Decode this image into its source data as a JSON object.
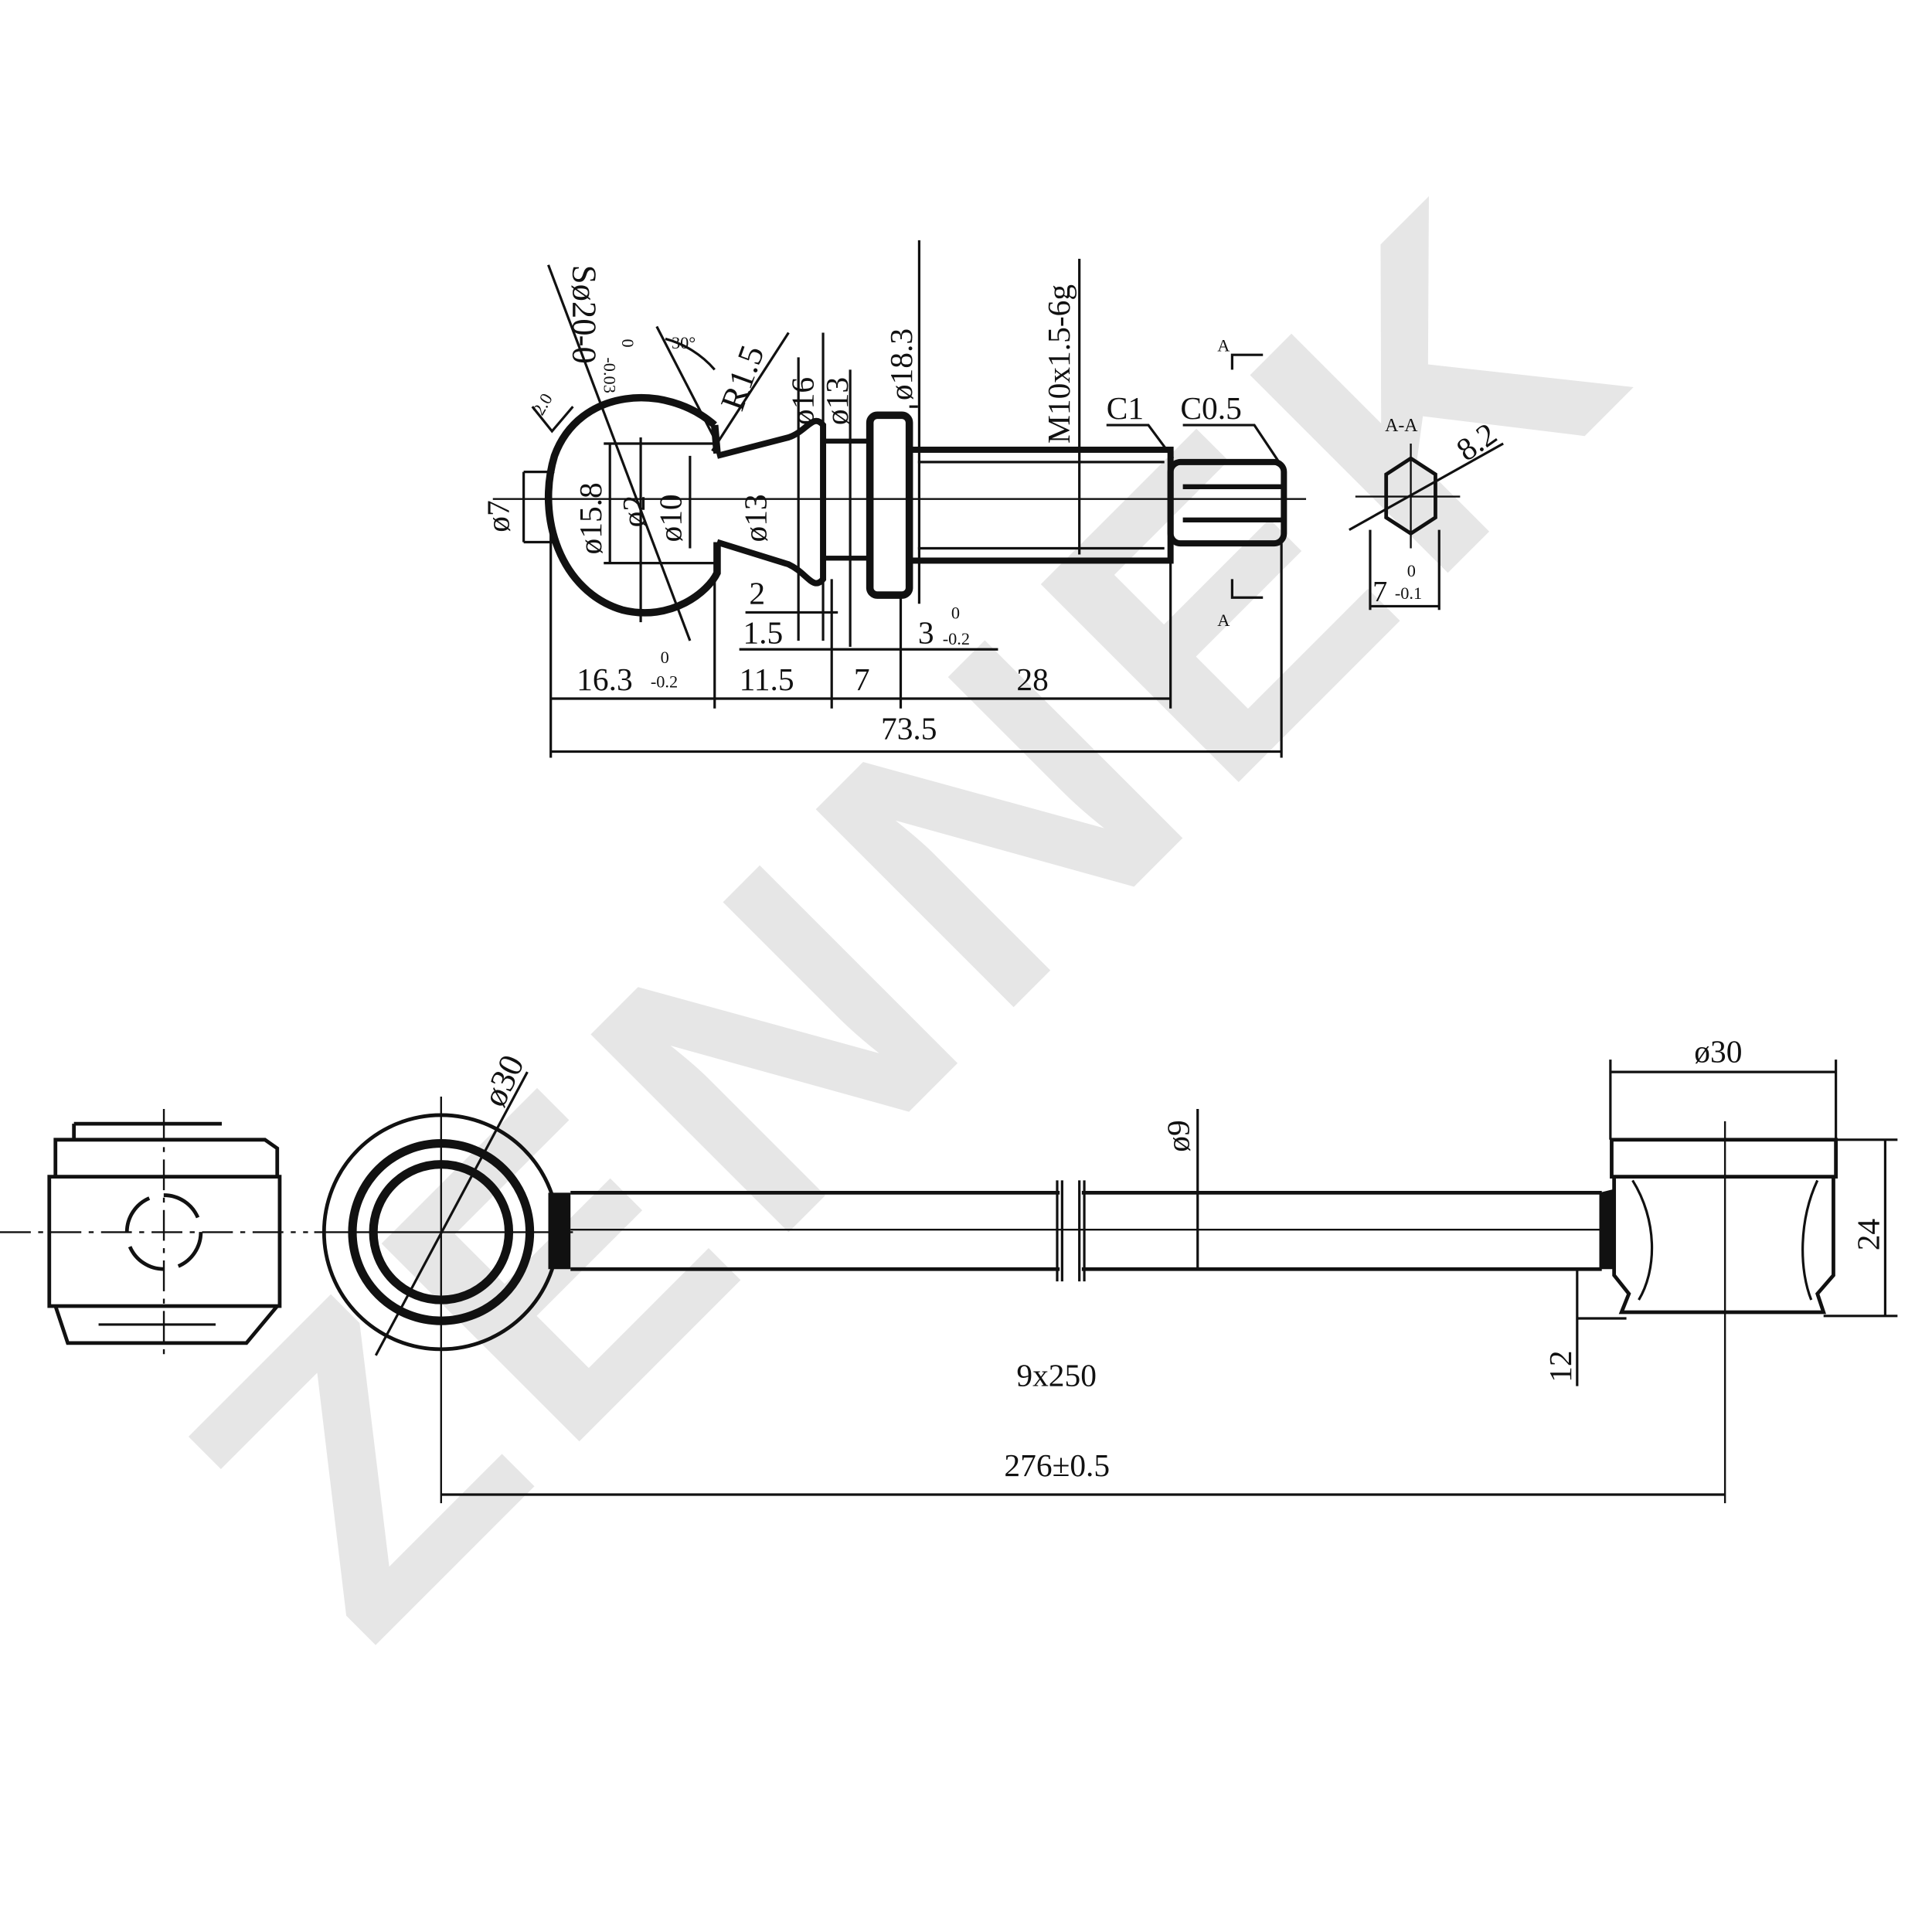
{
  "watermark": "ZENNEK",
  "ball_stud": {
    "sphere": "Sø20",
    "sphere_tol_upper": "0",
    "sphere_tol_lower": "-0.03",
    "angle": "30°",
    "radius": "R1.5",
    "finish": "2.0",
    "d7": "ø7",
    "d15_8": "ø15.8",
    "d2": "ø2",
    "d10": "ø10",
    "d13_neck": "ø13",
    "d16": "ø16",
    "d13": "ø13",
    "d18_3": "ø18.3",
    "thread": "M10x1.5-6g",
    "c1": "C1",
    "c05": "C0.5",
    "dim_2": "2",
    "dim_1_5": "1.5",
    "dim_3": "3",
    "dim_3_tol_upper": "0",
    "dim_3_tol_lower": "-0.2",
    "dim_16_3": "16.3",
    "dim_16_3_tol_upper": "0",
    "dim_16_3_tol_lower": "-0.2",
    "dim_11_5": "11.5",
    "dim_7": "7",
    "dim_28": "28",
    "dim_73_5": "73.5",
    "section_mark": "A"
  },
  "section": {
    "title": "A-A",
    "across_corners": "8.2",
    "across_flats": "7",
    "tol_upper": "0",
    "tol_lower": "-0.1"
  },
  "link": {
    "eye_diameter": "ø30",
    "rod_diameter": "ø9",
    "rod_spec": "9x250",
    "overall": "276±0.5",
    "cup_diameter": "ø30",
    "cup_height": "24",
    "offset": "12"
  }
}
